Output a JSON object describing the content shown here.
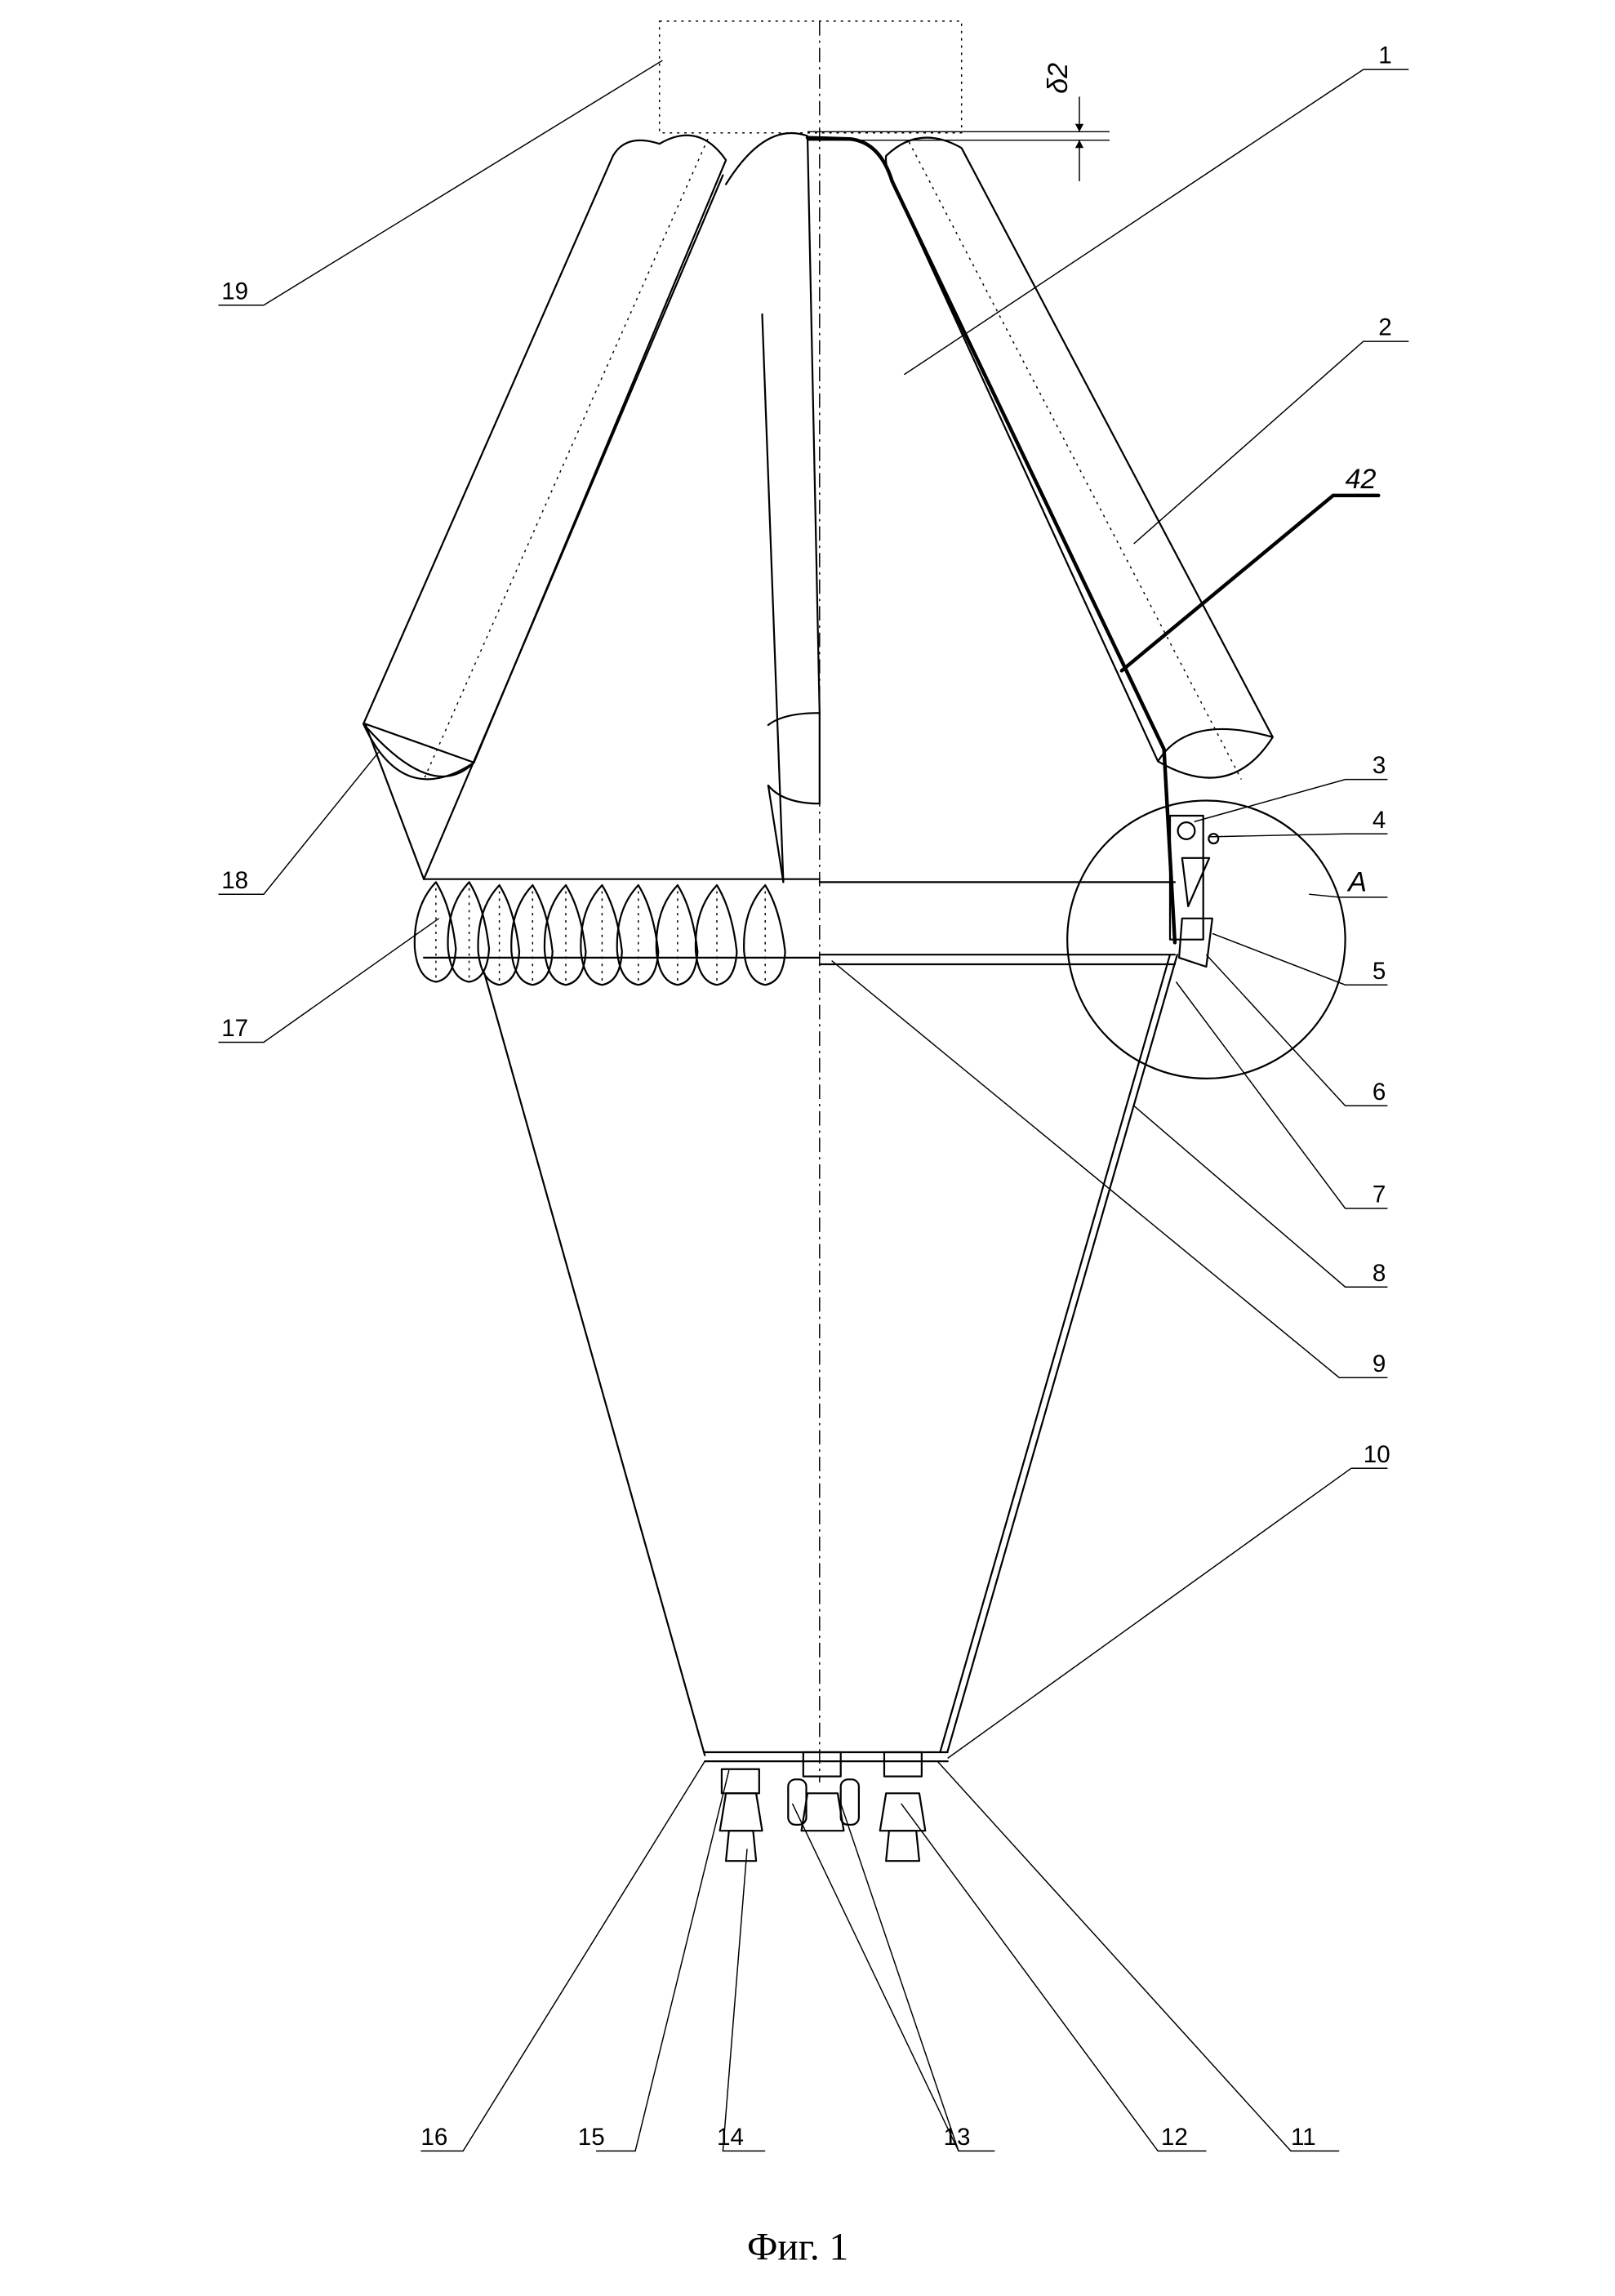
{
  "figure": {
    "caption": "Фиг. 1",
    "detail_label": "А",
    "dimension_label": "δ2"
  },
  "callouts": {
    "c1": "1",
    "c2": "2",
    "c3": "3",
    "c4": "4",
    "c5": "5",
    "c6": "6",
    "c7": "7",
    "c8": "8",
    "c9": "9",
    "c10": "10",
    "c11": "11",
    "c12": "12",
    "c13": "13",
    "c14": "14",
    "c15": "15",
    "c16": "16",
    "c17": "17",
    "c18": "18",
    "c19": "19",
    "c42": "42"
  }
}
